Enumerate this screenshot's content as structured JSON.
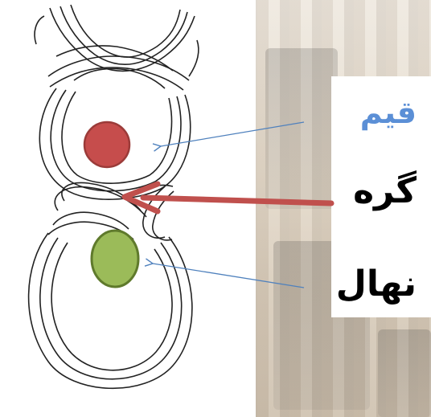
{
  "labels": {
    "rope": "قیم",
    "knot": "گره",
    "seedling": "نهال"
  },
  "colors": {
    "rope_label": "#5b8fd6",
    "stake_circle": "#c64d4c",
    "seedling_ellipse": "#9bbb59",
    "knot_arrow": "#c0504d",
    "thin_arrow": "#4f81bd"
  }
}
